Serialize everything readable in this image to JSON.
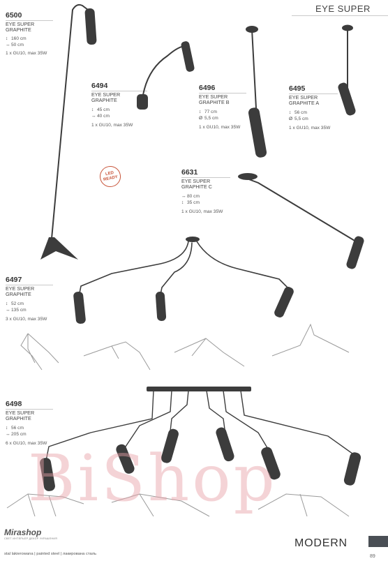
{
  "header": {
    "title": "EYE SUPER"
  },
  "products": [
    {
      "code": "6500",
      "name": "EYE SUPER\nGRAPHITE",
      "specs": [
        {
          "icon": "height-icon",
          "glyph": "↕",
          "text": "160 cm"
        },
        {
          "icon": "width-icon",
          "glyph": "↔",
          "text": "50 cm"
        }
      ],
      "bulb": "1 x GU10, max 35W"
    },
    {
      "code": "6494",
      "name": "EYE SUPER\nGRAPHITE",
      "specs": [
        {
          "icon": "height-icon",
          "glyph": "↕",
          "text": "45 cm"
        },
        {
          "icon": "width-icon",
          "glyph": "↔",
          "text": "40 cm"
        }
      ],
      "bulb": "1 x GU10, max 35W"
    },
    {
      "code": "6496",
      "name": "EYE SUPER\nGRAPHITE B",
      "specs": [
        {
          "icon": "height-icon",
          "glyph": "↕",
          "text": "77 cm"
        },
        {
          "icon": "diameter-icon",
          "glyph": "Ø",
          "text": "5,5 cm"
        }
      ],
      "bulb": "1 x GU10, max 35W"
    },
    {
      "code": "6495",
      "name": "EYE SUPER\nGRAPHITE A",
      "specs": [
        {
          "icon": "height-icon",
          "glyph": "↕",
          "text": "56 cm"
        },
        {
          "icon": "diameter-icon",
          "glyph": "Ø",
          "text": "5,5 cm"
        }
      ],
      "bulb": "1 x GU10, max 35W"
    },
    {
      "code": "6631",
      "name": "EYE SUPER\nGRAPHITE C",
      "specs": [
        {
          "icon": "width-icon",
          "glyph": "↔",
          "text": "80 cm"
        },
        {
          "icon": "height-icon",
          "glyph": "↕",
          "text": "35 cm"
        }
      ],
      "bulb": "1 x GU10, max 35W"
    },
    {
      "code": "6497",
      "name": "EYE SUPER\nGRAPHITE",
      "specs": [
        {
          "icon": "height-icon",
          "glyph": "↕",
          "text": "52 cm"
        },
        {
          "icon": "width-icon",
          "glyph": "↔",
          "text": "135 cm"
        }
      ],
      "bulb": "3 x GU10, max 35W"
    },
    {
      "code": "6498",
      "name": "EYE SUPER\nGRAPHITE",
      "specs": [
        {
          "icon": "height-icon",
          "glyph": "↕",
          "text": "56 cm"
        },
        {
          "icon": "width-icon",
          "glyph": "↔",
          "text": "205 cm"
        }
      ],
      "bulb": "6 x GU10, max 35W"
    }
  ],
  "badge": {
    "text": "LED\nREADY"
  },
  "watermark": {
    "text": "BiShop"
  },
  "logo": {
    "text": "Mirashop",
    "subtext": "СВЕТ ИНТЕРЬЕР ДЕКОР УКРАШЕНИЯ"
  },
  "footer": {
    "materials": "stal lakierowana  |  painted steel  |  лакирована сталь",
    "category": "MODERN",
    "page_number": "89"
  },
  "colors": {
    "lamp": "#3c3c3c",
    "lamp_dark": "#2a2a2a",
    "outline": "#9a9a9a",
    "watermark": "#e8a0a6",
    "badge": "#c8553a",
    "footer_tab": "#4a4f55"
  }
}
